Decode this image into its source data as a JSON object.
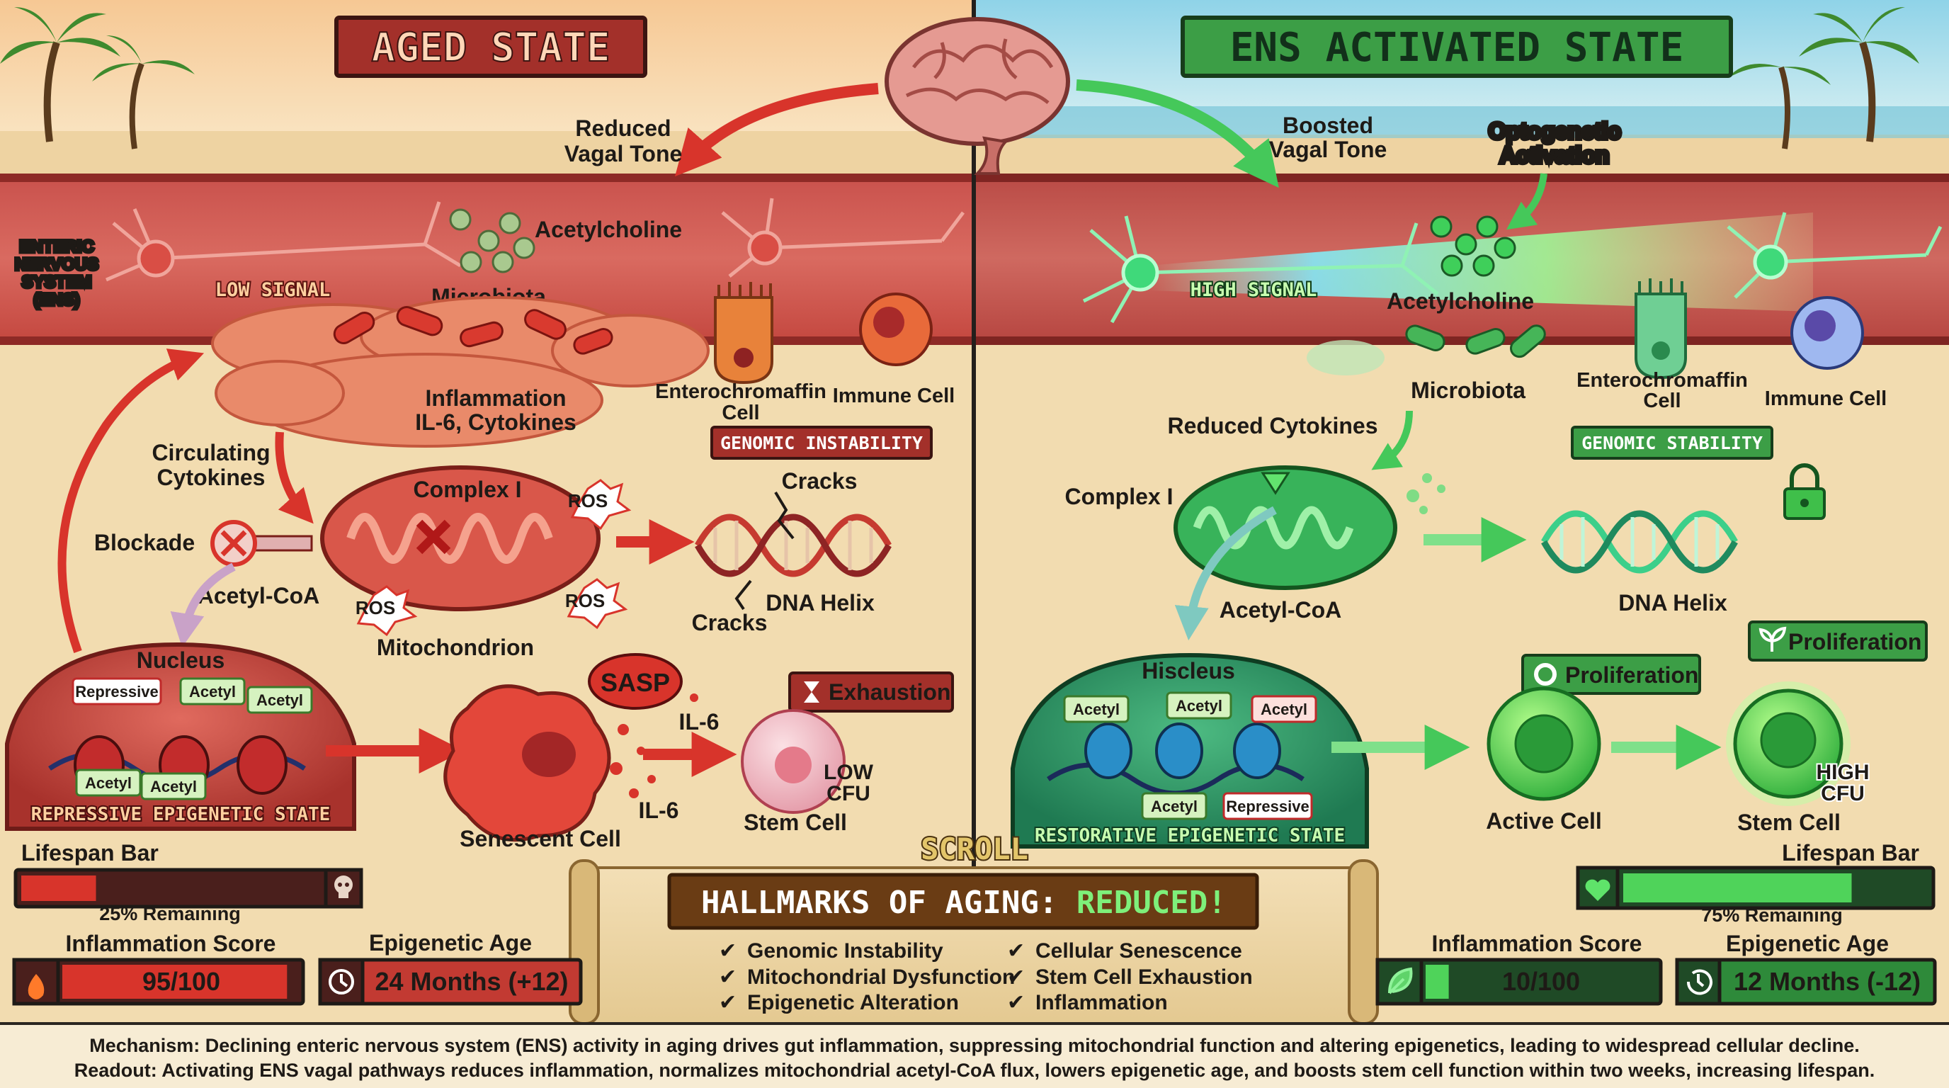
{
  "aged": {
    "title": "AGED STATE",
    "vagal": [
      "Reduced",
      "Vagal Tone"
    ],
    "ens_label": [
      "ENTERIC",
      "NERVOUS",
      "SYSTEM",
      "(ENS)"
    ],
    "signal": "LOW SIGNAL",
    "acetylcholine": "Acetylcholine",
    "microbiota": "Microbiota",
    "enterochromaffin": [
      "Enterochromaffin",
      "Cell"
    ],
    "immune": "Immune Cell",
    "inflammation": [
      "Inflammation",
      "IL-6, Cytokines"
    ],
    "genomic": "GENOMIC INSTABILITY",
    "circulating": [
      "Circulating",
      "Cytokines"
    ],
    "complex1": "Complex I",
    "ros": "ROS",
    "cracks": "Cracks",
    "blockade": "Blockade",
    "acetylcoa": "Acetyl-CoA",
    "mitochondrion": "Mitochondrion",
    "dna": "DNA Helix",
    "nucleus": "Nucleus",
    "tags_top": [
      "Repressive",
      "Acetyl",
      "Acetyl"
    ],
    "tags_bottom": [
      "Acetyl",
      "Acetyl"
    ],
    "epigenetic_state": "REPRESSIVE EPIGENETIC STATE",
    "sasp": "SASP",
    "il6": "IL-6",
    "exhaustion": "Exhaustion",
    "cfu": [
      "LOW",
      "CFU"
    ],
    "senescent": "Senescent Cell",
    "stem": "Stem Cell",
    "lifespan_label": "Lifespan Bar",
    "lifespan_remaining": "25% Remaining",
    "lifespan_fraction": 0.25,
    "inflammation_label": "Inflammation Score",
    "inflammation_score": "95/100",
    "inflammation_fraction": 0.95,
    "epigenetic_label": "Epigenetic Age",
    "epigenetic_age": "24 Months (+12)"
  },
  "active": {
    "title": "ENS ACTIVATED STATE",
    "vagal": [
      "Boosted",
      "Vagal Tone"
    ],
    "optogenetic": [
      "Optogenetic",
      "Activation"
    ],
    "signal": "HIGH SIGNAL",
    "acetylcholine": "Acetylcholine",
    "microbiota": "Microbiota",
    "enterochromaffin": [
      "Enterochromaffin",
      "Cell"
    ],
    "immune": "Immune Cell",
    "reduced_cytokines": "Reduced Cytokines",
    "genomic": "GENOMIC STABILITY",
    "complex1": "Complex I",
    "acetylcoa": "Acetyl-CoA",
    "dna": "DNA Helix",
    "nucleus": "Hiscleus",
    "tags_top": [
      "Acetyl",
      "Acetyl",
      "Acetyl"
    ],
    "tags_bottom": [
      "Acetyl",
      "Repressive"
    ],
    "epigenetic_state": "RESTORATIVE EPIGENETIC STATE",
    "proliferation": "Proliferation",
    "cfu": [
      "HIGH",
      "CFU"
    ],
    "active_cell": "Active Cell",
    "stem": "Stem Cell",
    "lifespan_label": "Lifespan Bar",
    "lifespan_remaining": "75% Remaining",
    "lifespan_fraction": 0.75,
    "inflammation_label": "Inflammation Score",
    "inflammation_score": "10/100",
    "inflammation_fraction": 0.1,
    "epigenetic_label": "Epigenetic Age",
    "epigenetic_age": "12 Months (-12)"
  },
  "scroll": {
    "label": "SCROLL",
    "title_a": "HALLMARKS OF AGING: ",
    "title_b": "REDUCED!",
    "col1": [
      "Genomic Instability",
      "Mitochondrial Dysfunction",
      "Epigenetic Alteration"
    ],
    "col2": [
      "Cellular Senescence",
      "Stem Cell Exhaustion",
      "Inflammation"
    ]
  },
  "footer": {
    "mechanism": "Mechanism: Declining enteric nervous system (ENS) activity in aging drives gut inflammation, suppressing mitochondrial function and altering epigenetics, leading to widespread cellular decline.",
    "readout": "Readout: Activating ENS vagal pathways reduces inflammation, normalizes mitochondrial acetyl-CoA flux, lowers epigenetic age, and boosts stem cell function within two weeks, increasing lifespan."
  },
  "colors": {
    "aged": "#d8342b",
    "active": "#3fbf4a",
    "cream": "#f2dfb4"
  }
}
